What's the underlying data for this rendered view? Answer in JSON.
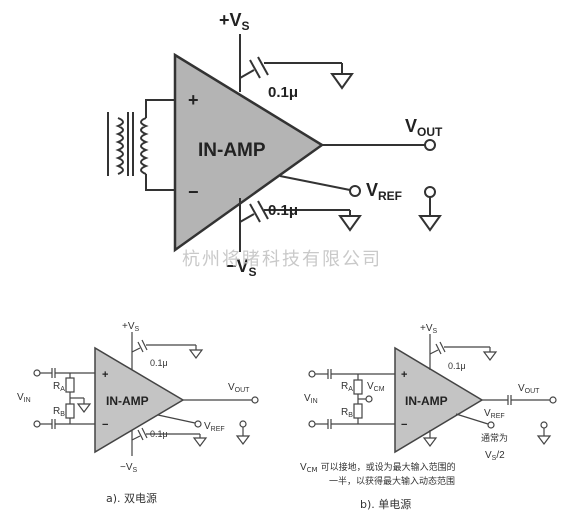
{
  "top": {
    "supply_pos": "+V",
    "supply_pos_sub": "S",
    "supply_neg": "−V",
    "supply_neg_sub": "S",
    "plus": "+",
    "minus": "−",
    "amp_label": "IN-AMP",
    "cap1": "0.1μ",
    "cap2": "0.1μ",
    "vout": "V",
    "vout_sub": "OUT",
    "vref": "V",
    "vref_sub": "REF"
  },
  "watermark": "杭州将睹科技有限公司",
  "circuit_a": {
    "supply_pos": "+V",
    "supply_pos_sub": "S",
    "supply_neg": "−V",
    "supply_neg_sub": "S",
    "plus": "+",
    "minus": "−",
    "amp_label": "IN-AMP",
    "cap1": "0.1μ",
    "cap2": "0.1μ",
    "ra": "R",
    "ra_sub": "A",
    "rb": "R",
    "rb_sub": "B",
    "vin": "V",
    "vin_sub": "IN",
    "vout": "V",
    "vout_sub": "OUT",
    "vref": "V",
    "vref_sub": "REF",
    "caption": "a). 双电源"
  },
  "circuit_b": {
    "supply_pos": "+V",
    "supply_pos_sub": "S",
    "plus": "+",
    "minus": "−",
    "amp_label": "IN-AMP",
    "cap1": "0.1μ",
    "ra": "R",
    "ra_sub": "A",
    "rb": "R",
    "rb_sub": "B",
    "vcm": "V",
    "vcm_sub": "CM",
    "vin": "V",
    "vin_sub": "IN",
    "vout": "V",
    "vout_sub": "OUT",
    "vref": "V",
    "vref_sub": "REF",
    "note_typ": "通常为",
    "note_vs": "V",
    "note_vs_sub": "S",
    "note_vs_tail": "/2",
    "note_line1_sym": "V",
    "note_line1_sub": "CM",
    "note_line1": "可以接地，或设为最大输入范围的",
    "note_line2": "一半，以获得最大输入动态范围",
    "caption": "b). 单电源"
  }
}
